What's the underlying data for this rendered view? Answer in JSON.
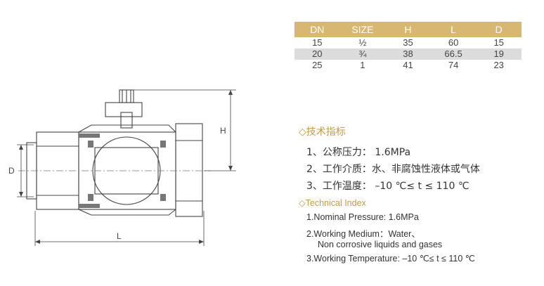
{
  "spec_table": {
    "headers": [
      "DN",
      "SIZE",
      "H",
      "L",
      "D"
    ],
    "rows": [
      [
        "15",
        "½",
        "35",
        "60",
        "15"
      ],
      [
        "20",
        "¾",
        "38",
        "66.5",
        "19"
      ],
      [
        "25",
        "1",
        "41",
        "74",
        "23"
      ]
    ]
  },
  "drawing": {
    "label_h": "H",
    "label_d": "D",
    "label_l": "L"
  },
  "tech_cn": {
    "heading": "◇技术指标",
    "lines": [
      "1、公称压力： 1.6MPa",
      "2、工作介质：水、非腐蚀性液体或气体",
      "3、工作温度： –10 ℃≤ t ≤ 110 ℃"
    ]
  },
  "tech_en": {
    "heading": "◇Technical Index",
    "lines": [
      "1.Nominal Pressure: 1.6MPa",
      "2.Working Medium：Water、",
      "Non corrosive liquids and gases",
      "3.Working Temperature: –10 ℃≤ t ≤ 110 ℃"
    ]
  },
  "colors": {
    "accent": "#c79a48",
    "table_header": "#d8b773",
    "stripe": "#dcdcdc"
  }
}
